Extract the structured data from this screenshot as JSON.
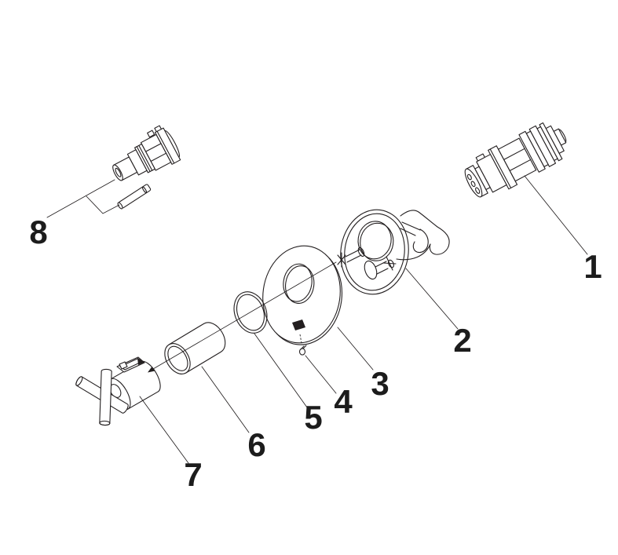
{
  "page": {
    "background_color": "#ffffff",
    "line_color": "#231f20"
  },
  "diagram": {
    "callouts": [
      {
        "label": "1"
      },
      {
        "label": "2"
      },
      {
        "label": "3"
      },
      {
        "label": "4"
      },
      {
        "label": "5"
      },
      {
        "label": "6"
      },
      {
        "label": "7"
      },
      {
        "label": "8"
      }
    ]
  }
}
